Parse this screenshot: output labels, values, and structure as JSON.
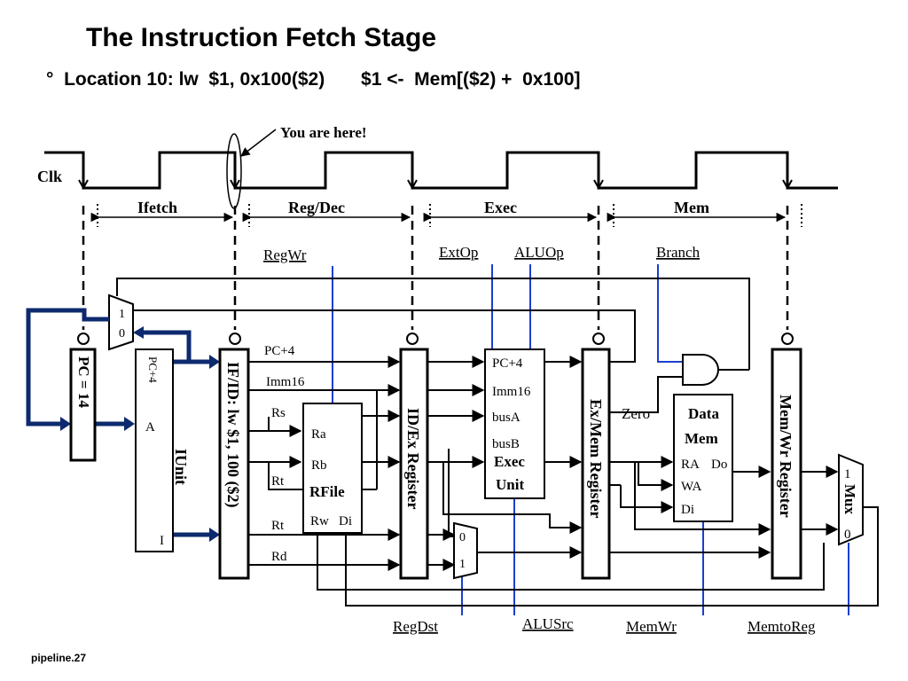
{
  "title": "The Instruction Fetch Stage",
  "subtitle": "°  Location 10: lw  $1, 0x100($2)       $1 <-  Mem[($2) +  0x100]",
  "footer": "pipeline.27",
  "annotation": "You are here!",
  "clock_label": "Clk",
  "stages": [
    "Ifetch",
    "Reg/Dec",
    "Exec",
    "Mem"
  ],
  "controls": {
    "regwr": "RegWr",
    "extop": "ExtOp",
    "aluop": "ALUOp",
    "branch": "Branch",
    "regdst": "RegDst",
    "alusrc": "ALUSrc",
    "memwr": "MemWr",
    "memtoreg": "MemtoReg"
  },
  "blocks": {
    "pc": "PC = 14",
    "iunit": "IUnit",
    "iunit_pc4": "PC+4",
    "iunit_a": "A",
    "iunit_i": "I",
    "ifid": "IF/ID: lw $1, 100 ($2)",
    "idex": "ID/Ex Register",
    "exmem": "Ex/Mem Register",
    "memwr_reg": "Mem/Wr Register",
    "rfile": "RFile",
    "rfile_ra": "Ra",
    "rfile_rb": "Rb",
    "rfile_rw": "Rw",
    "rfile_di": "Di",
    "exec": "Exec",
    "exec_unit": "Unit",
    "exec_pc4": "PC+4",
    "exec_imm16": "Imm16",
    "exec_busa": "busA",
    "exec_busb": "busB",
    "datamem_1": "Data",
    "datamem_2": "Mem",
    "datamem_ra": "RA",
    "datamem_do": "Do",
    "datamem_wa": "WA",
    "datamem_di": "Di",
    "mux": "Mux",
    "mux_1": "1",
    "mux_0": "0",
    "pcmux_1": "1",
    "pcmux_0": "0",
    "regdst_mux_0": "0",
    "regdst_mux_1": "1"
  },
  "signals": {
    "pc4": "PC+4",
    "imm16": "Imm16",
    "rs": "Rs",
    "rt1": "Rt",
    "rt2": "Rt",
    "rd": "Rd",
    "zero": "Zero"
  },
  "colors": {
    "control": "#1a3fd0",
    "pc_path": "#0d2a6e"
  }
}
